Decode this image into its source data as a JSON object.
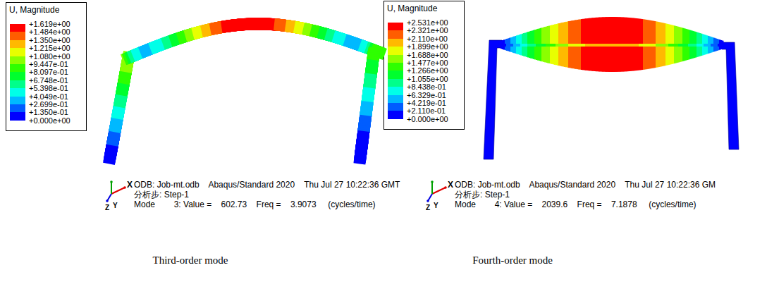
{
  "diagram": {
    "labels": [
      "U, Magnitude",
      "+0.000e+00",
      "ODB: Job-mt.odb    Abaqus/Standard 2020    Thu Jul 27 10:22:36 GMT",
      "分析步: Step-1",
      "Mode        3: Value =    602.73    Freq =    3.9073     (cycles/time)",
      "X",
      "Y",
      "Z",
      "Third-order mode",
      "U, Magnitude",
      "+0.000e+00",
      "ODB: Job-mt.odb    Abaqus/Standard 2020    Thu Jul 27 10:22:36 GM",
      "分析步: Step-1",
      "Mode        4: Value =    2039.6    Freq =    7.1878     (cycles/time)",
      "X",
      "Y",
      "Z",
      "Fourth-order mode"
    ],
    "legend": [
      {
        "text": "+1.619e+00",
        "color": "#ff0000"
      },
      {
        "text": "+1.484e+00",
        "color": "#ff5d00"
      },
      {
        "text": "+1.350e+00",
        "color": "#ffb900"
      },
      {
        "text": "+1.215e+00",
        "color": "#e8ff00"
      },
      {
        "text": "+1.080e+00",
        "color": "#8bff00"
      },
      {
        "text": "+9.447e-01",
        "color": "#2eff00"
      },
      {
        "text": "+8.097e-01",
        "color": "#00ff2e"
      },
      {
        "text": "+6.748e-01",
        "color": "#00ff8b"
      },
      {
        "text": "+5.398e-01",
        "color": "#00ffe8"
      },
      {
        "text": "+4.049e-01",
        "color": "#00b9ff"
      },
      {
        "text": "+2.699e-01",
        "color": "#005dff"
      },
      {
        "text": "+1.350e-01",
        "color": "#0000ff"
      },
      {
        "text": "+2.531e+00",
        "color": "#ff0000"
      },
      {
        "text": "+2.321e+00",
        "color": "#ff5d00"
      },
      {
        "text": "+2.110e+00",
        "color": "#ffb900"
      },
      {
        "text": "+1.899e+00",
        "color": "#e8ff00"
      },
      {
        "text": "+1.688e+00",
        "color": "#8bff00"
      },
      {
        "text": "+1.477e+00",
        "color": "#2eff00"
      },
      {
        "text": "+1.266e+00",
        "color": "#00ff2e"
      },
      {
        "text": "+1.055e+00",
        "color": "#00ff8b"
      },
      {
        "text": "+8.438e-01",
        "color": "#00ffe8"
      },
      {
        "text": "+6.329e-01",
        "color": "#00b9ff"
      },
      {
        "text": "+4.219e-01",
        "color": "#005dff"
      },
      {
        "text": "+2.110e-01",
        "color": "#0000ff"
      }
    ]
  }
}
